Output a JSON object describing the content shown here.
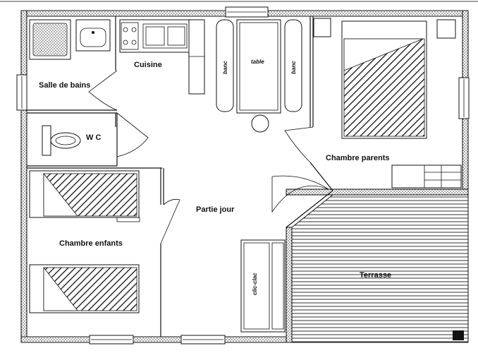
{
  "rooms": {
    "salle_de_bains": "Salle de bains",
    "cuisine": "Cuisine",
    "wc": "W C",
    "chambre_parents": "Chambre parents",
    "partie_jour": "Partie jour",
    "chambre_enfants": "Chambre enfants",
    "terrasse": "Terrasse"
  },
  "furniture": {
    "banc_left": "banc",
    "table": "table",
    "banc_right": "banc",
    "clic_clac": "clic-clac"
  },
  "colors": {
    "line": "#111111",
    "background": "#ffffff"
  }
}
